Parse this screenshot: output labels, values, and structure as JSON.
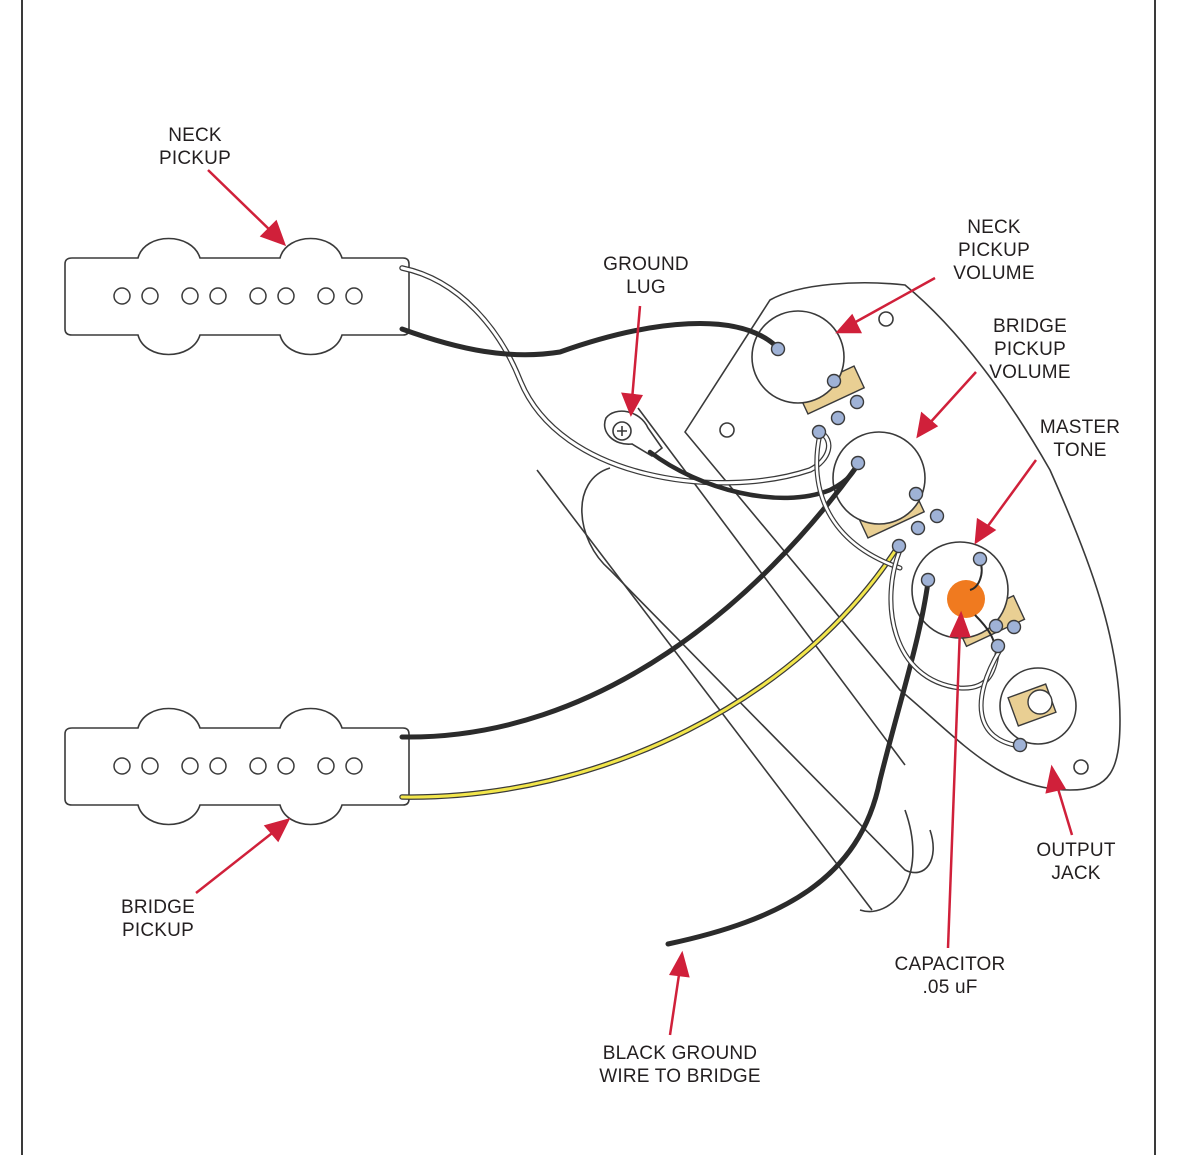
{
  "labels": {
    "neck_pickup": [
      "NECK",
      "PICKUP"
    ],
    "ground_lug": [
      "GROUND",
      "LUG"
    ],
    "neck_pickup_volume": [
      "NECK",
      "PICKUP",
      "VOLUME"
    ],
    "bridge_pickup_volume": [
      "BRIDGE",
      "PICKUP",
      "VOLUME"
    ],
    "master_tone": [
      "MASTER",
      "TONE"
    ],
    "output_jack": [
      "OUTPUT",
      "JACK"
    ],
    "bridge_pickup": [
      "BRIDGE",
      "PICKUP"
    ],
    "capacitor": [
      "CAPACITOR",
      ".05 uF"
    ],
    "black_ground_wire": [
      "BLACK GROUND",
      "WIRE TO BRIDGE"
    ]
  },
  "colors": {
    "outline": "#3a3a3a",
    "arrow": "#d0203a",
    "black_wire": "#2b2b2b",
    "white_wire": "#ffffff",
    "yellow_wire": "#f2e64b",
    "lug_blue": "#9fb2d6",
    "pot_gold": "#e9cf93",
    "capacitor": "#f07a1f"
  },
  "icons": [
    "neck-pickup-icon",
    "bridge-pickup-icon",
    "control-plate-icon",
    "pot-icon",
    "capacitor-icon",
    "output-jack-icon",
    "ground-lug-icon"
  ]
}
